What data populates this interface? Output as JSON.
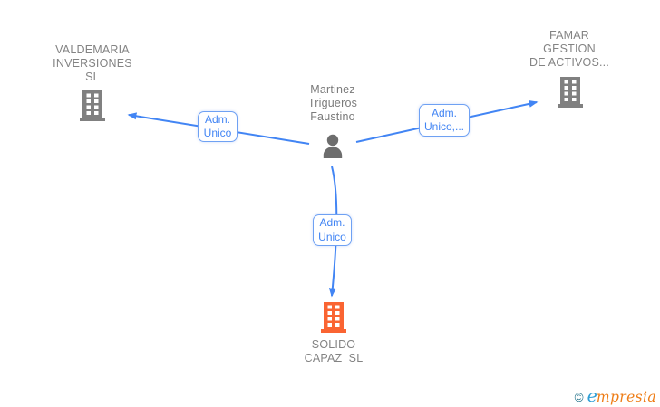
{
  "diagram": {
    "person": {
      "name": "Martinez\nTrigueros\nFaustino"
    },
    "companies": {
      "valdemaria": {
        "name": "VALDEMARIA\nINVERSIONES\nSL"
      },
      "famar": {
        "name": "FAMAR\nGESTION\nDE ACTIVOS..."
      },
      "solido": {
        "name": "SOLIDO\nCAPAZ  SL"
      }
    },
    "edges": {
      "to_valdemaria": {
        "label": "Adm.\nUnico"
      },
      "to_famar": {
        "label": "Adm.\nUnico,..."
      },
      "to_solido": {
        "label": "Adm.\nUnico"
      }
    }
  },
  "colors": {
    "edge_blue": "#4285f4",
    "badge_border": "#6fa1f3",
    "badge_text": "#4285f4",
    "company_icon_gray": "#808080",
    "person_icon_gray": "#6d6d6d",
    "highlight_orange": "#fa6432",
    "text_gray": "#838383",
    "logo_copyright_teal": "#1a6d86",
    "logo_e_blue": "#2f9fd6",
    "logo_rest_orange": "#ee7d17"
  },
  "footer": {
    "copyright_symbol": "©",
    "brand_first_letter": "e",
    "brand_rest": "mpresia"
  }
}
